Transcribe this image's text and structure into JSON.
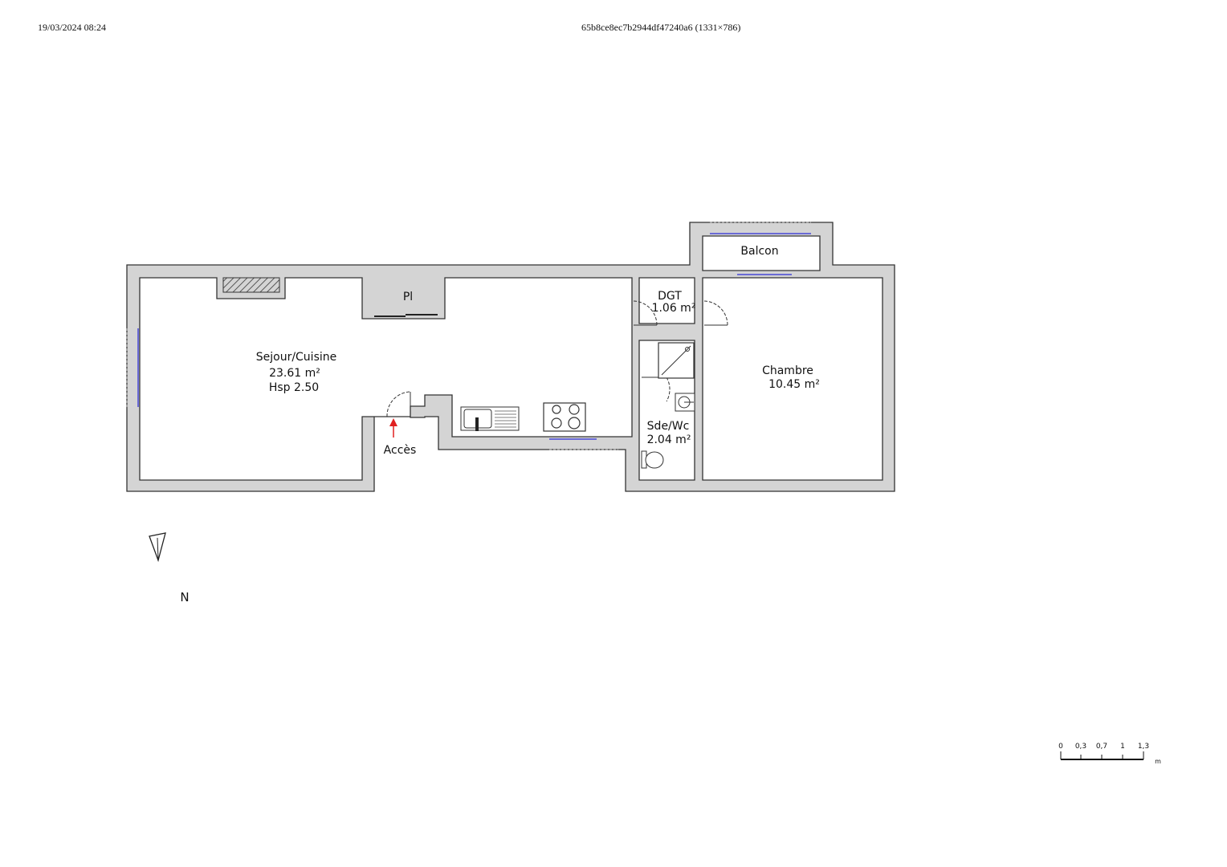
{
  "header": {
    "date": "19/03/2024 08:24",
    "title": "65b8ce8ec7b2944df47240a6 (1331×786)"
  },
  "rooms": {
    "sejour": {
      "name": "Sejour/Cuisine",
      "area": "23.61 m²",
      "height": "Hsp 2.50"
    },
    "placard": {
      "name": "Pl"
    },
    "dgt": {
      "name": "DGT",
      "area": "1.06 m²"
    },
    "balcon": {
      "name": "Balcon"
    },
    "chambre": {
      "name": "Chambre",
      "area": "10.45 m²"
    },
    "sdewc": {
      "name": "Sde/Wc",
      "area": "2.04 m²"
    }
  },
  "access": {
    "label": "Accès"
  },
  "compass": {
    "label": "N"
  },
  "scale": {
    "ticks": [
      "0",
      "0,3",
      "0,7",
      "1",
      "1,3"
    ],
    "unit": "m"
  },
  "colors": {
    "wall_fill": "#d4d4d4",
    "wall_stroke": "#333333",
    "window": "#6b6bd6",
    "access_arrow": "#e02020"
  }
}
